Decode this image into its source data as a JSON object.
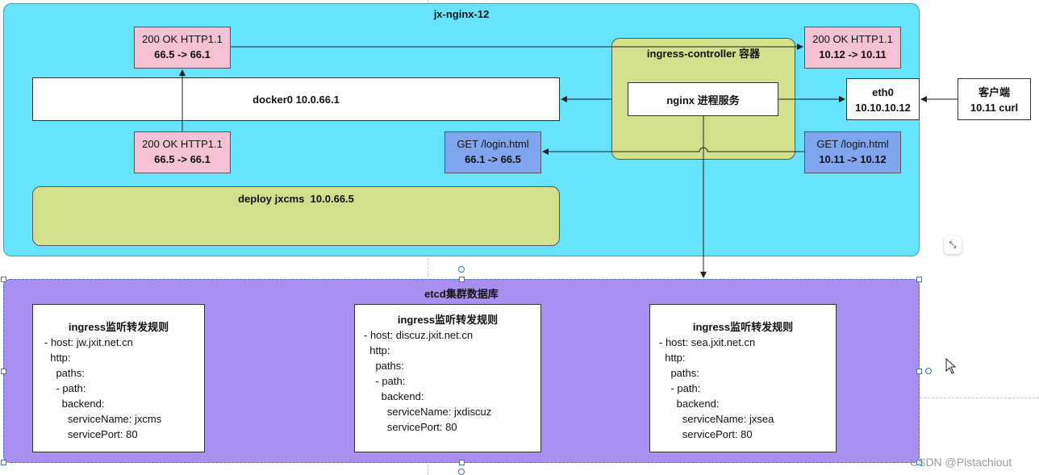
{
  "host": {
    "title": "jx-nginx-12"
  },
  "ingress_controller": {
    "title": "ingress-controller 容器",
    "nginx": "nginx 进程服务"
  },
  "docker0": {
    "label": "docker0 10.0.66.1"
  },
  "deploy": {
    "label": "deploy jxcms  10.0.66.5"
  },
  "eth0": {
    "line1": "eth0",
    "line2": "10.10.10.12"
  },
  "client": {
    "line1": "客户端",
    "line2": "10.11 curl"
  },
  "packets": {
    "resp_top_left": {
      "line1": "200 OK HTTP1.1",
      "line2": "66.5 -> 66.1"
    },
    "resp_bottom_left": {
      "line1": "200 OK HTTP1.1",
      "line2": "66.5 -> 66.1"
    },
    "resp_right": {
      "line1": "200 OK HTTP1.1",
      "line2": "10.12 -> 10.11"
    },
    "req_middle": {
      "line1": "GET /login.html",
      "line2": "66.1 -> 66.5"
    },
    "req_right": {
      "line1": "GET /login.html",
      "line2": "10.11 -> 10.12"
    }
  },
  "etcd": {
    "title": "etcd集群数据库",
    "rules": [
      {
        "title": "ingress监听转发规则",
        "lines": [
          "- host: jw.jxit.net.cn",
          "  http:",
          "    paths:",
          "    - path:",
          "      backend:",
          "        serviceName: jxcms",
          "        servicePort: 80"
        ]
      },
      {
        "title": "ingress监听转发规则",
        "lines": [
          "- host: discuz.jxit.net.cn",
          "  http:",
          "    paths:",
          "    - path:",
          "      backend:",
          "        serviceName: jxdiscuz",
          "        servicePort: 80"
        ]
      },
      {
        "title": "ingress监听转发规则",
        "lines": [
          "- host: sea.jxit.net.cn",
          "  http:",
          "    paths:",
          "    - path:",
          "      backend:",
          "        serviceName: jxsea",
          "        servicePort: 80"
        ]
      }
    ]
  },
  "watermark": "CSDN @Pistachiout"
}
